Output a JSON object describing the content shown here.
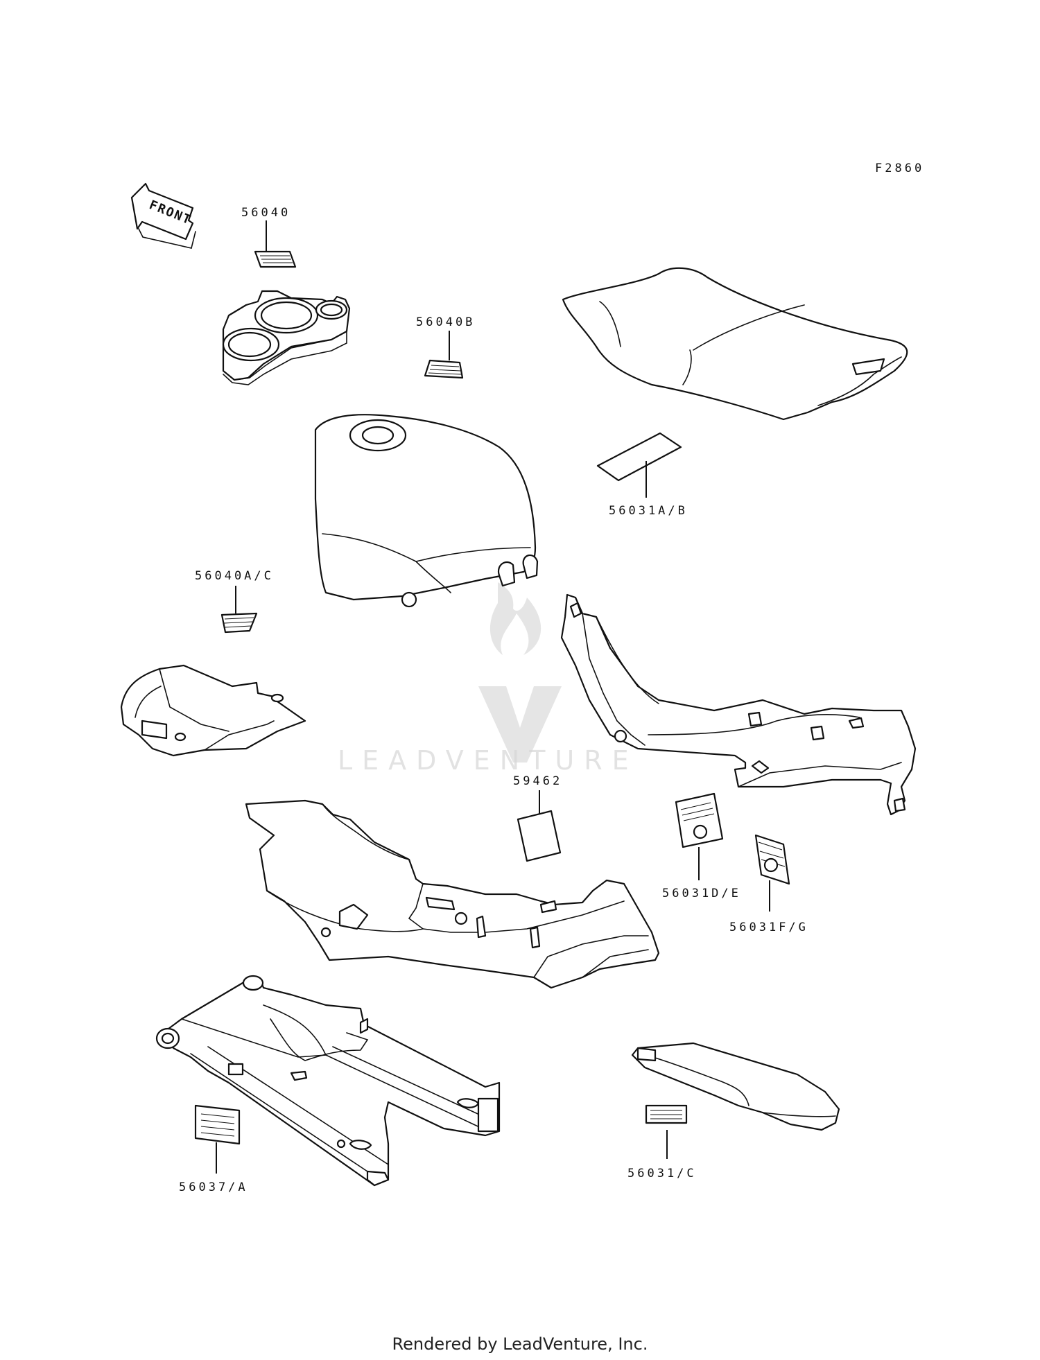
{
  "diagram": {
    "figure_code": "F2860",
    "front_arrow": "FRONT",
    "watermark": "LEADVENTURE",
    "labels": {
      "p56040": "56040",
      "p56040B": "56040B",
      "p56031AB": "56031A/B",
      "p56040AC": "56040A/C",
      "p59462": "59462",
      "p56031DE": "56031D/E",
      "p56031FG": "56031F/G",
      "p56037A": "56037/A",
      "p56031C": "56031/C"
    }
  },
  "footer": "Rendered by LeadVenture, Inc."
}
